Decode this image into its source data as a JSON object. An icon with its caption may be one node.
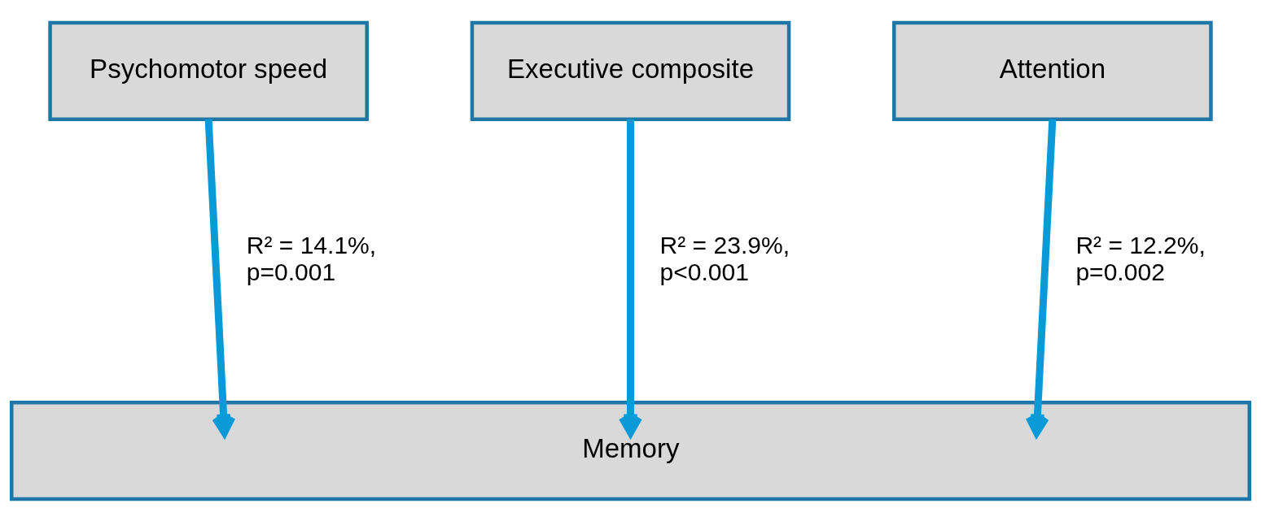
{
  "diagram": {
    "nodes": [
      {
        "text": [
          "Psychomotor speed"
        ]
      },
      {
        "text": [
          "Executive composite"
        ]
      },
      {
        "text": [
          "Attention"
        ]
      },
      {
        "text": [
          "Memory"
        ]
      }
    ],
    "edges": [
      {
        "from": 0,
        "to": 3,
        "arrow": "to",
        "label": "R² = 14.1%, p=0.001"
      },
      {
        "from": 1,
        "to": 3,
        "arrow": "to",
        "label": "R² = 23.9%, p<0.001"
      },
      {
        "from": 2,
        "to": 3,
        "arrow": "to",
        "label": "R² = 12.2%, p=0.002"
      }
    ]
  }
}
